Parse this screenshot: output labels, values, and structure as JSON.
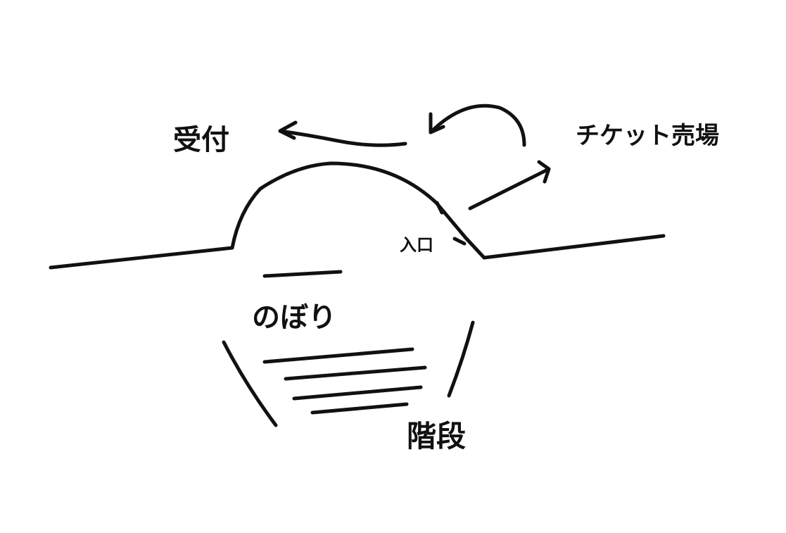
{
  "labels": {
    "reception": "受付",
    "ticket_booth": "チケット売場",
    "entrance": "入口",
    "banner": "のぼり",
    "stairs": "階段"
  },
  "colors": {
    "ink": "#111111",
    "background": "#ffffff"
  }
}
